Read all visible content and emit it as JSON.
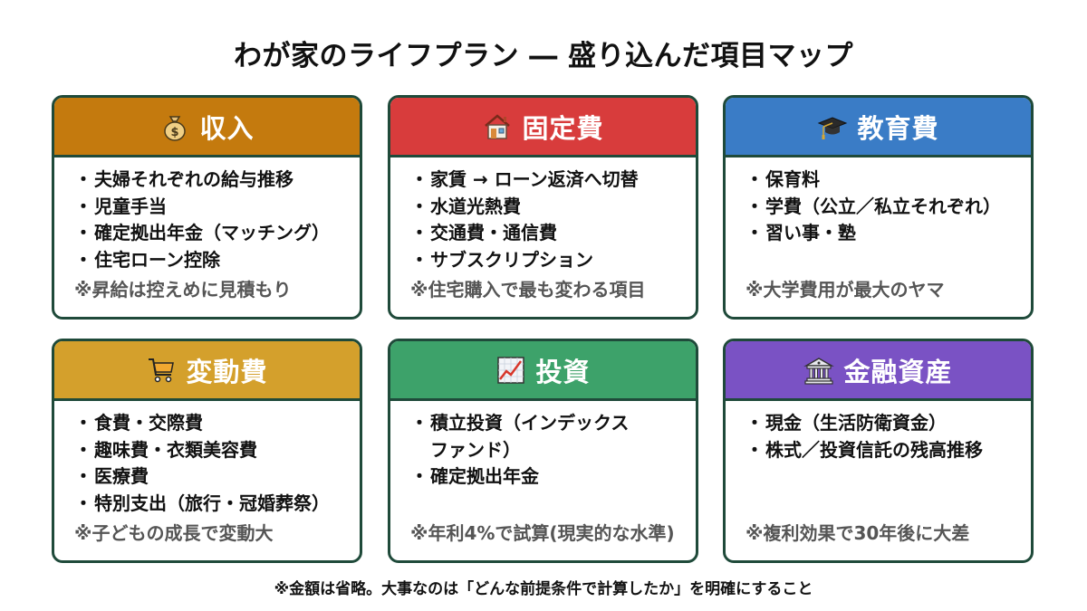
{
  "title": "わが家のライフプラン ― 盛り込んだ項目マップ",
  "colors": {
    "border": "#1f4a3a",
    "income": "#c47a0e",
    "fixed": "#d83c3c",
    "education": "#3a7cc6",
    "variable": "#d4a02c",
    "investment": "#3da26a",
    "assets": "#7a52c4",
    "note": "#555555"
  },
  "cards": [
    {
      "id": "income",
      "icon": "money-bag-icon",
      "title": "収入",
      "items": [
        "夫婦それぞれの給与推移",
        "児童手当",
        "確定拠出年金（マッチング）",
        "住宅ローン控除"
      ],
      "note": "※昇給は控えめに見積もり"
    },
    {
      "id": "fixed",
      "icon": "house-icon",
      "title": "固定費",
      "items": [
        "家賃 → ローン返済へ切替",
        "水道光熱費",
        "交通費・通信費",
        "サブスクリプション"
      ],
      "note": "※住宅購入で最も変わる項目"
    },
    {
      "id": "education",
      "icon": "graduation-cap-icon",
      "title": "教育費",
      "items": [
        "保育料",
        "学費（公立／私立それぞれ）",
        "習い事・塾"
      ],
      "note": "※大学費用が最大のヤマ"
    },
    {
      "id": "variable",
      "icon": "shopping-cart-icon",
      "title": "変動費",
      "items": [
        "食費・交際費",
        "趣味費・衣類美容費",
        "医療費",
        "特別支出（旅行・冠婚葬祭）"
      ],
      "note": "※子どもの成長で変動大"
    },
    {
      "id": "investment",
      "icon": "chart-increasing-icon",
      "title": "投資",
      "items": [
        "積立投資（インデックス",
        "確定拠出年金"
      ],
      "items_continuation": "ファンド）",
      "note": "※年利4%で試算(現実的な水準)"
    },
    {
      "id": "assets",
      "icon": "bank-icon",
      "title": "金融資産",
      "items": [
        "現金（生活防衛資金）",
        "株式／投資信託の残高推移"
      ],
      "note": "※複利効果で30年後に大差"
    }
  ],
  "bullet": "・",
  "footer": "※金額は省略。大事なのは「どんな前提条件で計算したか」を明確にすること"
}
